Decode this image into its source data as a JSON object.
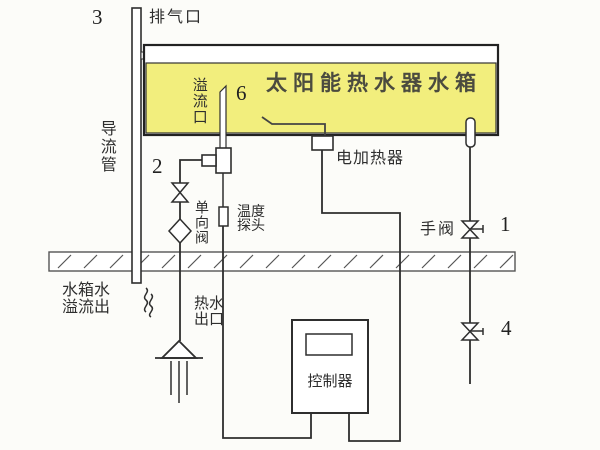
{
  "diagram": {
    "tank_title": "太阳能热水器水箱",
    "numbers": {
      "n1": "1",
      "n2": "2",
      "n3": "3",
      "n4": "4",
      "n6": "6"
    },
    "labels": {
      "vent_port": "排气口",
      "guide_pipe": "导流管",
      "overflow_port": "溢流口",
      "electric_heater": "电加热器",
      "one_way_valve": "单向阀",
      "temp_probe_line1": "温度",
      "temp_probe_line2": "探头",
      "hand_valve": "手阀",
      "tank_overflow_line1": "水箱水",
      "tank_overflow_line2": "溢流出",
      "hot_water_line1": "热水",
      "hot_water_line2": "出口",
      "controller": "控制器"
    },
    "colors": {
      "tank_fill": "#f2ee7d",
      "line": "#2e2e2e",
      "wall_hatch": "#555555"
    }
  }
}
